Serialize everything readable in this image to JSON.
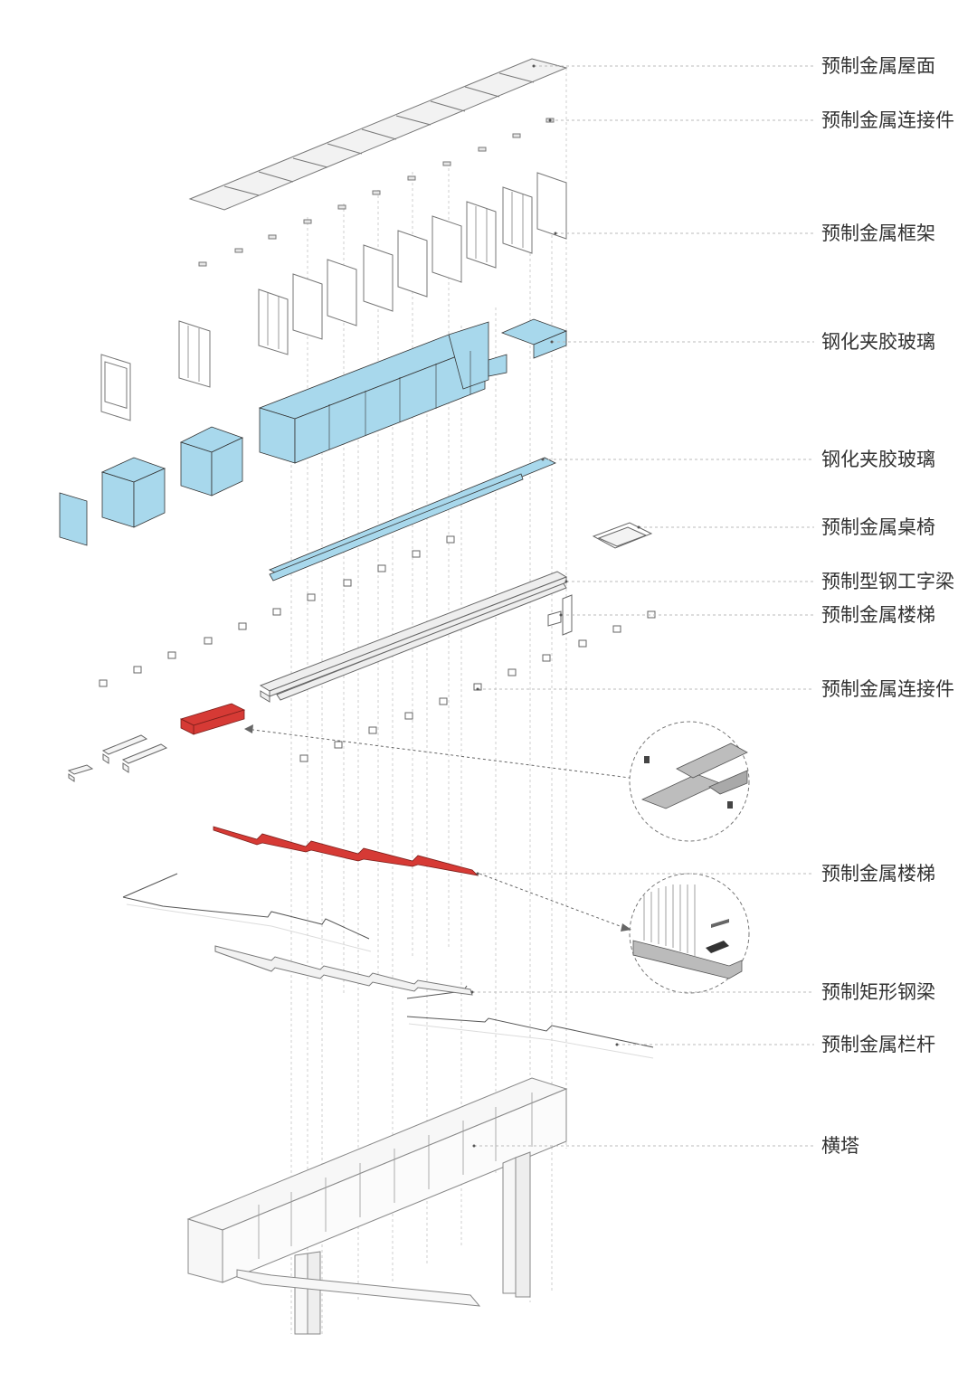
{
  "colors": {
    "glass": "#a8d8ec",
    "highlight": "#d63a35",
    "line": "#666666",
    "leader": "#bbbbbb",
    "text": "#333333"
  },
  "labels": {
    "roof": "预制金属屋面",
    "connector_top": "预制金属连接件",
    "frame": "预制金属框架",
    "glass_1": "钢化夹胶玻璃",
    "glass_2": "钢化夹胶玻璃",
    "furniture": "预制金属桌椅",
    "i_beam": "预制型钢工字梁",
    "stair_top": "预制金属楼梯",
    "connector_mid": "预制金属连接件",
    "stair_bottom": "预制金属楼梯",
    "rect_beam": "预制矩形钢梁",
    "railing": "预制金属栏杆",
    "tower": "横塔"
  }
}
